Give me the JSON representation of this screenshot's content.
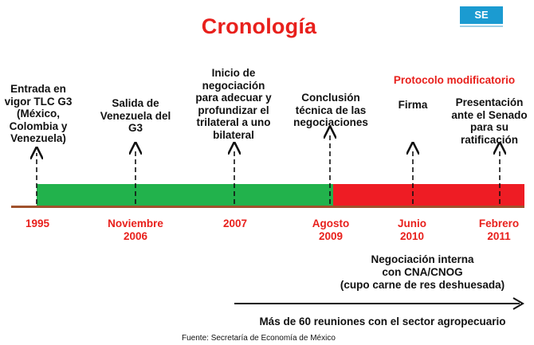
{
  "title": "Cronología",
  "logo_text": "SE",
  "protocolo_heading": "Protocolo modificatorio",
  "events": [
    {
      "text": "Entrada en\nvigor TLC G3\n(México,\nColombia y\nVenezuela)",
      "date": "1995"
    },
    {
      "text": "Salida de\nVenezuela del\nG3",
      "date": "Noviembre\n2006"
    },
    {
      "text": "Inicio de\nnegociación\npara adecuar y\nprofundizar el\ntrilateral a uno\nbilateral",
      "date": "2007"
    },
    {
      "text": "Conclusión\ntécnica de las\nnegociaciones",
      "date": "Agosto\n2009"
    },
    {
      "text": "Firma",
      "date": "Junio\n2010"
    },
    {
      "text": "Presentación\nante el Senado\npara su\nratificación",
      "date": "Febrero\n2011"
    }
  ],
  "negociacion": "Negociación interna\ncon CNA/CNOG\n(cupo carne de res deshuesada)",
  "reuniones": "Más de 60 reuniones con el sector agropecuario",
  "fuente": "Fuente: Secretaría de Economía de México",
  "colors": {
    "green": "#22b24c",
    "red": "#ee1c24",
    "baseline": "#a0522d",
    "accent": "#e8201c"
  }
}
